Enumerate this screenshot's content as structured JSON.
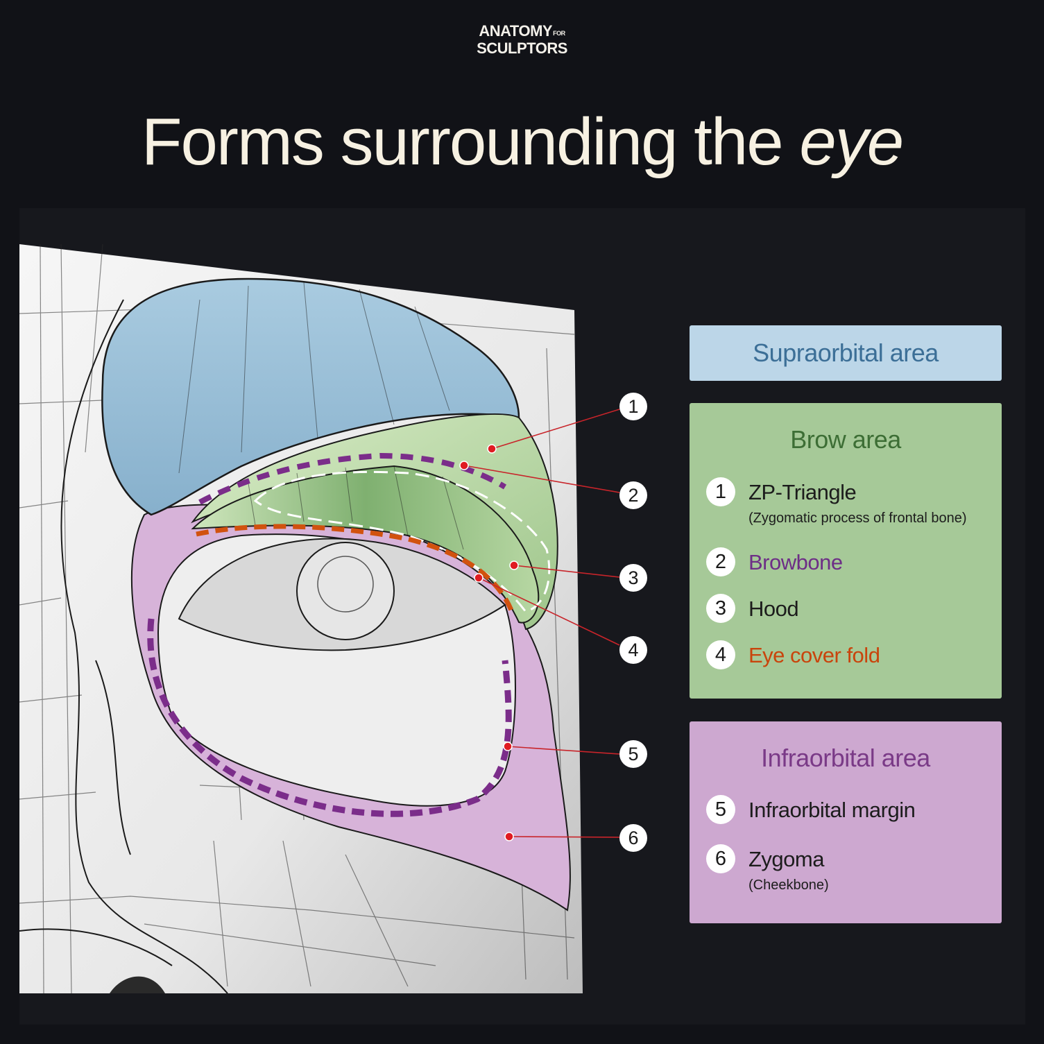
{
  "logo": {
    "line1": "ANATOMY",
    "for": "FOR",
    "line2": "SCULPTORS"
  },
  "title": {
    "main": "Forms surrounding the ",
    "emph": "eye"
  },
  "callouts": [
    "1",
    "2",
    "3",
    "4",
    "5",
    "6"
  ],
  "legend": {
    "supraorbital": {
      "title": "Supraorbital area",
      "color": "#3c6f97"
    },
    "brow": {
      "title": "Brow area",
      "color": "#3d6e35",
      "items": [
        {
          "num": "1",
          "label": "ZP-Triangle",
          "sub": "(Zygomatic process of frontal bone)",
          "color": "#1c1c1c"
        },
        {
          "num": "2",
          "label": "Browbone",
          "color": "#6d2e86"
        },
        {
          "num": "3",
          "label": "Hood",
          "color": "#1c1c1c"
        },
        {
          "num": "4",
          "label": "Eye cover fold",
          "color": "#c9440c"
        }
      ]
    },
    "infraorbital": {
      "title": "Infraorbital area",
      "color": "#7a3a87",
      "items": [
        {
          "num": "5",
          "label": "Infraorbital margin",
          "color": "#1c1c1c"
        },
        {
          "num": "6",
          "label": "Zygoma",
          "sub": "(Cheekbone)",
          "color": "#1c1c1c"
        }
      ]
    }
  }
}
